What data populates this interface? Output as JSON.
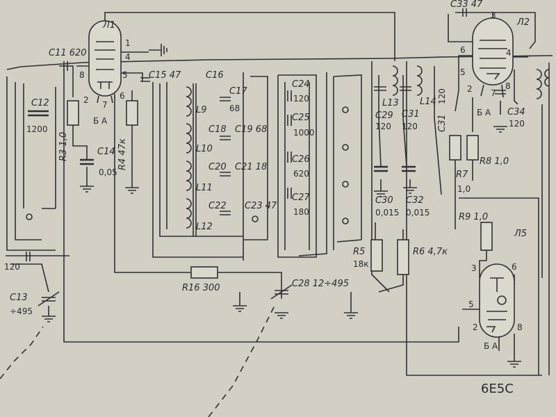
{
  "labels": {
    "c33_41": "C33 47",
    "pin3_l2": "3",
    "l1": "Л1",
    "l2": "Л2",
    "c11": "C11 620",
    "pin1": "1",
    "pin4a": "4",
    "pin8a": "8",
    "pin5a": "5",
    "c15": "C15 47",
    "c16": "C16",
    "pin6b": "6",
    "pin4b": "4",
    "pin5b": "5",
    "c12": "C12",
    "c12v": "1200",
    "r3": "R3 1,0",
    "pin6a": "6",
    "pin2a": "2",
    "pin7a": "7",
    "ba_a": "Б  А",
    "r4": "R4 47к",
    "c17": "C17",
    "c17v": "68",
    "c19": "C19 68",
    "c21": "C21 18",
    "c23": "C23 47",
    "c24": "C24",
    "c24v": "120",
    "c25": "C25",
    "c25v": "1000",
    "c26": "C26",
    "c26v": "620",
    "c27": "C27",
    "c27v": "180",
    "c18": "C18",
    "c20": "C20",
    "c22": "C22",
    "l9": "L9",
    "l10": "L10",
    "l11": "L11",
    "l12": "L12",
    "l13": "L13",
    "l14": "L14",
    "c29": "C29",
    "c29v": "120",
    "c31": "C31",
    "c31v": "120",
    "c31b": "C31",
    "c31bv": "120",
    "c34": "C34",
    "c34v": "120",
    "pin7b": "7",
    "pin8b": "8",
    "pin2b": "2",
    "ba_b": "Б  А",
    "c14": "C14",
    "c14v": "0,05",
    "r8": "R8 1,0",
    "r7": "R7",
    "r7v": "1,0",
    "c30": "C30",
    "c30v": "0,015",
    "c32": "C32",
    "c32v": "0,015",
    "r9": "R9 1,0",
    "l5": "Л5",
    "pin3c": "3",
    "pin6c": "6",
    "r5": "R5",
    "r5v": "18к",
    "r6": "R6 4,7к",
    "pin5c": "5",
    "pin2c": "2",
    "pin8c": "8",
    "ba_c": "Б  А",
    "r16": "R16 300",
    "c28": "C28 12÷495",
    "c13": "C13",
    "c13v": "÷495",
    "v120": "120",
    "tube": "6Е5С"
  },
  "colors": {
    "paper": "#d3cfc4",
    "ink": "#2f3036"
  }
}
